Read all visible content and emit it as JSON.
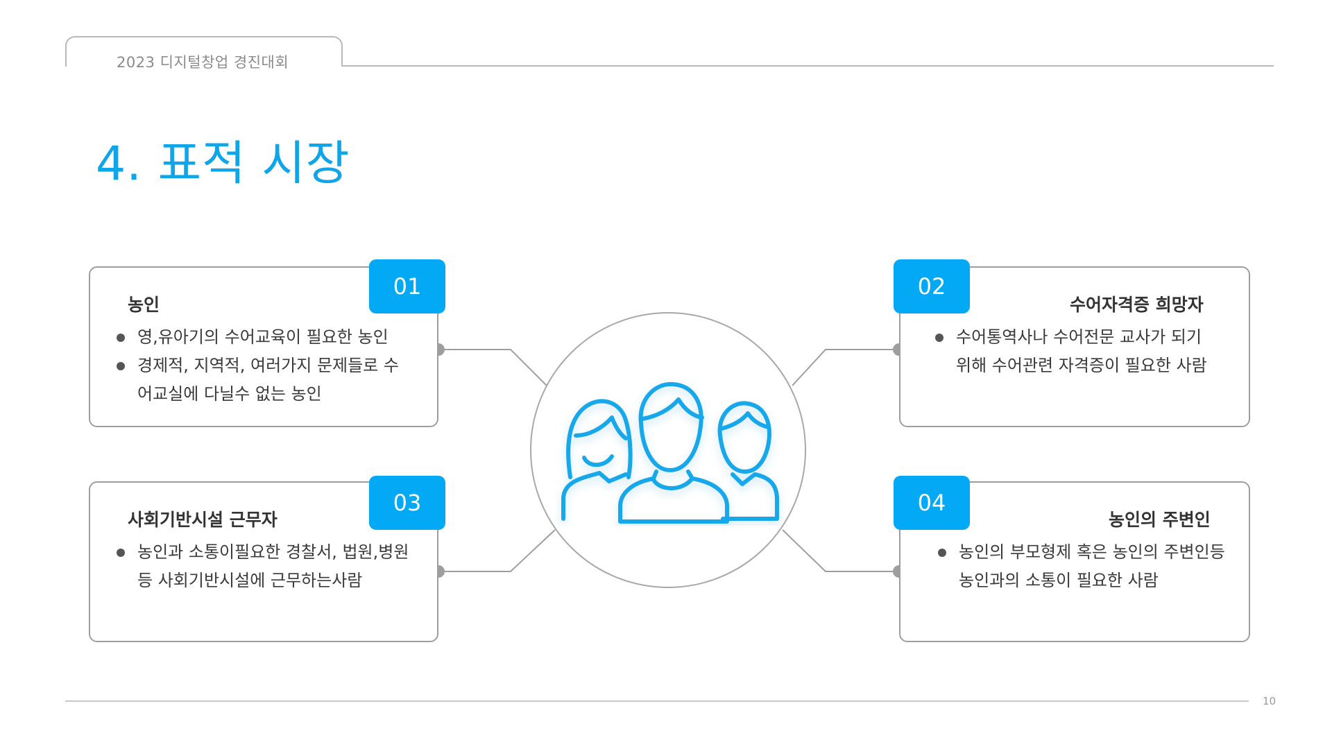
{
  "header": {
    "title": "2023 디지털창업 경진대회"
  },
  "page_title": "4. 표적 시장",
  "center": {
    "icon": "people-group-icon"
  },
  "cards": [
    {
      "number": "01",
      "title": "농인",
      "bullets": [
        "영,유아기의 수어교육이 필요한 농인",
        "경제적, 지역적, 여러가지 문제들로 수어교실에 다닐수 없는 농인"
      ]
    },
    {
      "number": "02",
      "title": "수어자격증 희망자",
      "bullets": [
        "수어통역사나 수어전문 교사가 되기 위해 수어관련 자격증이 필요한 사람"
      ]
    },
    {
      "number": "03",
      "title": "사회기반시설 근무자",
      "bullets": [
        "농인과 소통이필요한 경찰서, 법원,병원등 사회기반시설에 근무하는사람"
      ]
    },
    {
      "number": "04",
      "title": "농인의 주변인",
      "bullets": [
        "농인의 부모형제 혹은 농인의 주변인등 농인과의 소통이 필요한 사람"
      ]
    }
  ],
  "footer": {
    "page_number": "10"
  },
  "colors": {
    "accent": "#03a9f4",
    "title": "#0ea5e9",
    "line": "#9e9e9e"
  }
}
